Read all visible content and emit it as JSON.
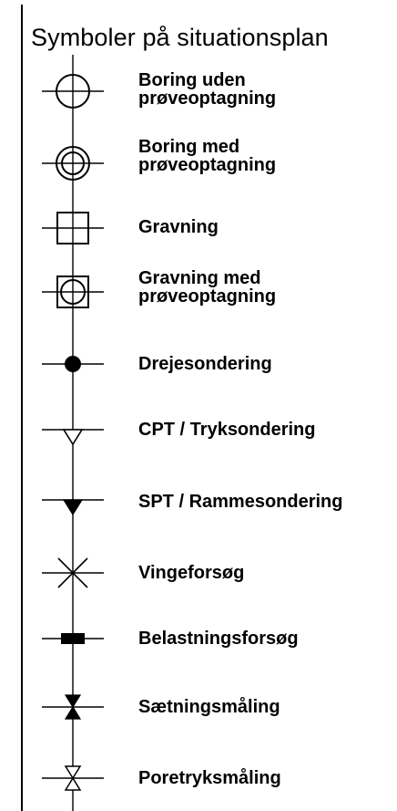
{
  "title": "Symboler på situationsplan",
  "colors": {
    "ink": "#000000",
    "background": "#ffffff"
  },
  "symbols": [
    {
      "id": "boring-uden",
      "icon": "circle-crosshair-icon",
      "label": "Boring uden\nprøveoptagning"
    },
    {
      "id": "boring-med",
      "icon": "double-circle-crosshair-icon",
      "label": "Boring med\nprøveoptagning"
    },
    {
      "id": "gravning",
      "icon": "square-crosshair-icon",
      "label": "Gravning"
    },
    {
      "id": "gravning-med",
      "icon": "square-circle-crosshair-icon",
      "label": "Gravning med\nprøveoptagning"
    },
    {
      "id": "drejesondering",
      "icon": "filled-dot-icon",
      "label": "Drejesondering"
    },
    {
      "id": "cpt",
      "icon": "open-triangle-icon",
      "label": "CPT / Tryksondering"
    },
    {
      "id": "spt",
      "icon": "filled-triangle-icon",
      "label": "SPT / Rammesondering"
    },
    {
      "id": "vingeforsoeg",
      "icon": "x-cross-icon",
      "label": "Vingeforsøg"
    },
    {
      "id": "belastningsforsoeg",
      "icon": "filled-rectangle-icon",
      "label": "Belastningsforsøg"
    },
    {
      "id": "saetningsmaaling",
      "icon": "filled-hourglass-icon",
      "label": "Sætningsmåling"
    },
    {
      "id": "poretryksmaaling",
      "icon": "open-hourglass-icon",
      "label": "Poretryksmåling"
    }
  ]
}
